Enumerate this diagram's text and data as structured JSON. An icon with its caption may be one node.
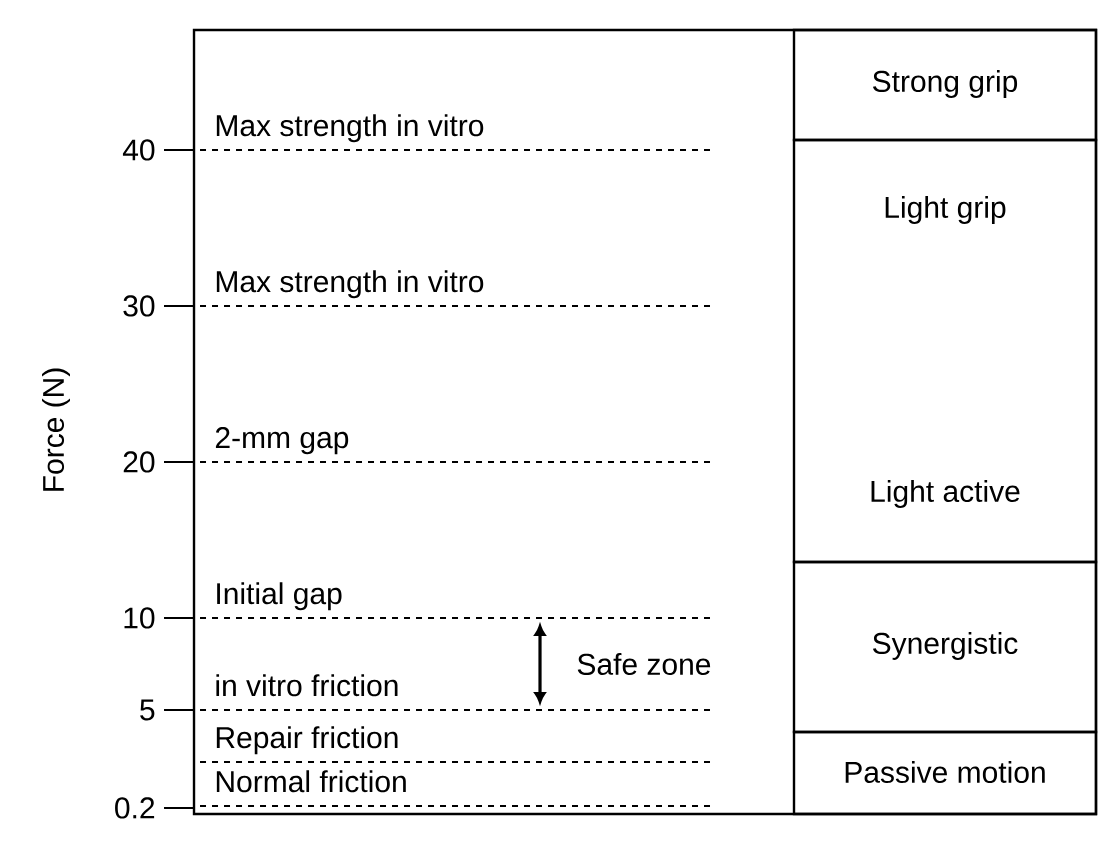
{
  "diagram": {
    "nodes": [
      {
        "text": [
          "Strong grip"
        ]
      },
      {
        "text": [
          "Light grip",
          "Light active"
        ]
      },
      {
        "text": [
          "Synergistic"
        ]
      },
      {
        "text": [
          "Passive motion"
        ]
      }
    ],
    "labels": [
      "Force (N)",
      "Max strength in vitro",
      "40",
      "Max strength in vitro",
      "30",
      "2-mm gap",
      "20",
      "Initial gap",
      "10",
      "in vitro friction",
      "Safe zone",
      "5",
      "Repair friction",
      "Normal friction",
      "0.2"
    ]
  }
}
